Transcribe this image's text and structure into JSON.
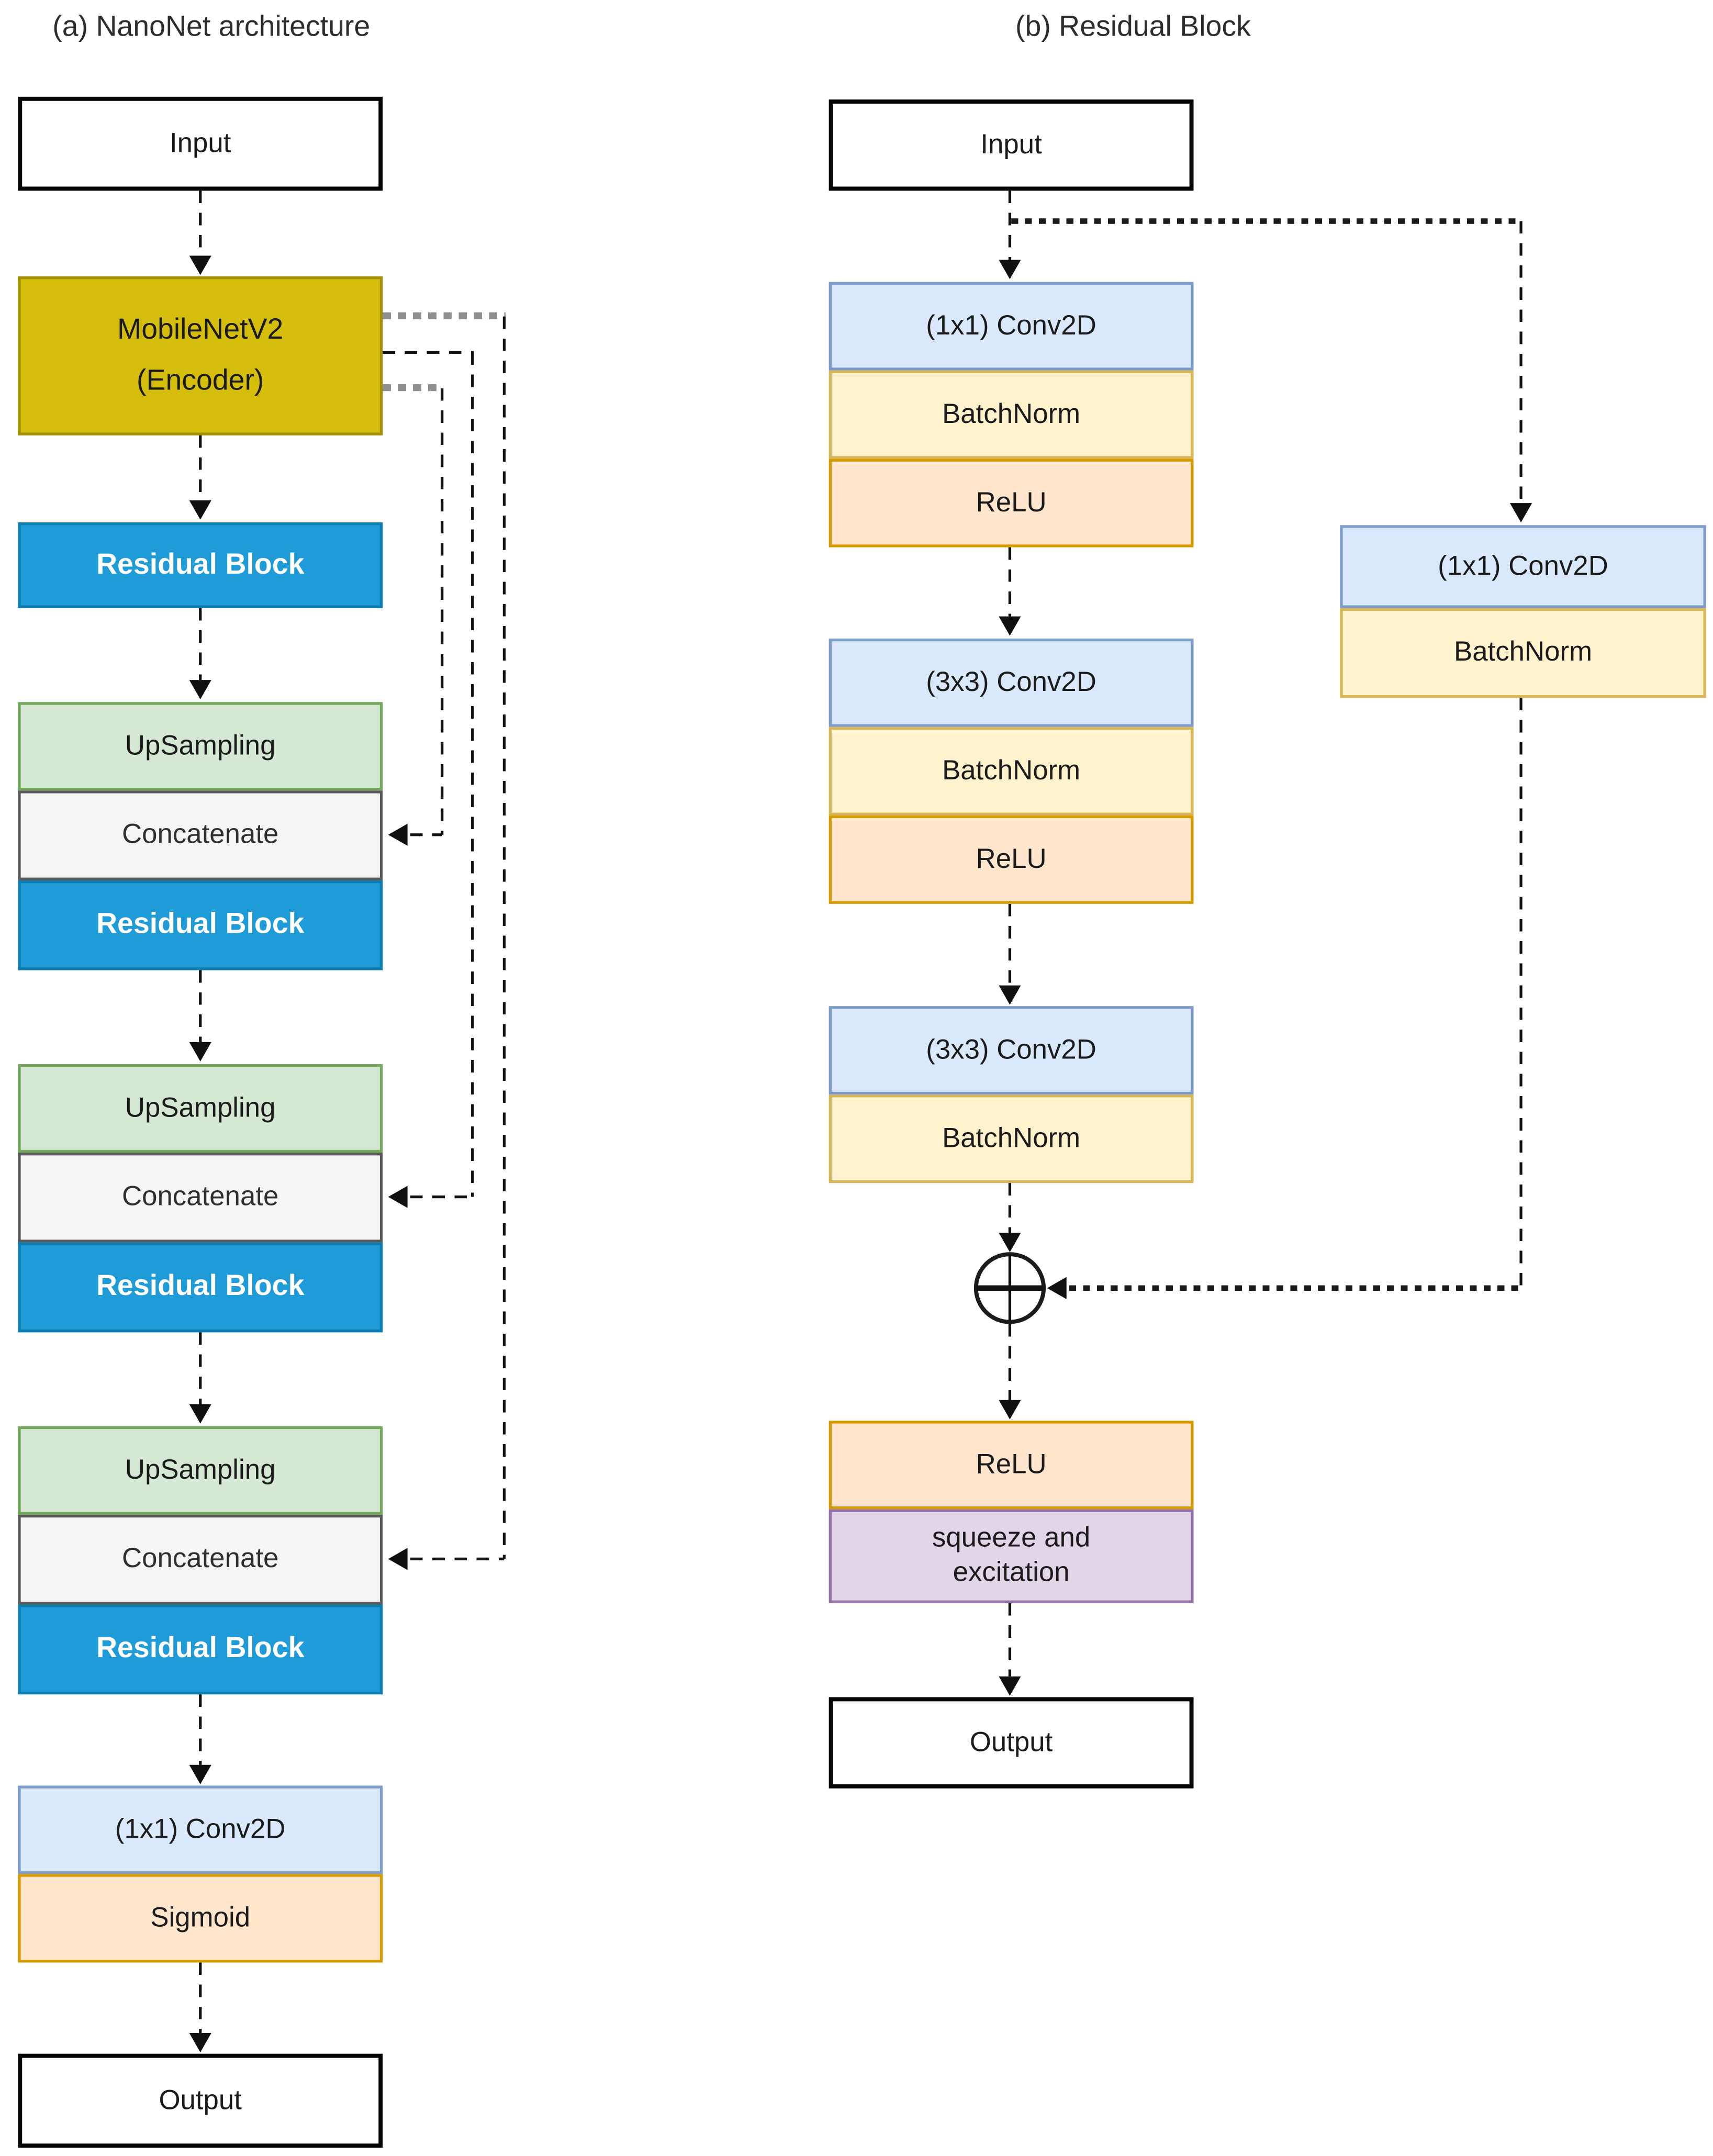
{
  "titles": {
    "panel_a": "(a) NanoNet architecture",
    "panel_b": "(b) Residual Block"
  },
  "labels": {
    "input": "Input",
    "output": "Output",
    "encoder_line1": "MobileNetV2",
    "encoder_line2": "(Encoder)",
    "residual_block": "Residual Block",
    "upsampling": "UpSampling",
    "concatenate": "Concatenate",
    "conv_1x1": "(1x1) Conv2D",
    "conv_3x3": "(3x3) Conv2D",
    "batchnorm": "BatchNorm",
    "relu": "ReLU",
    "sigmoid": "Sigmoid",
    "se_line1": "squeeze and",
    "se_line2": "excitation"
  },
  "icons": {
    "add_node": "plus-circle-icon"
  },
  "colors": {
    "encoder_fill": "#d4be0b",
    "encoder_border": "#a38f00",
    "blue_fill": "#1f9bd8",
    "blue_border": "#0d7db0",
    "green_fill": "#d5e8d4",
    "green_border": "#74a85c",
    "gray_fill": "#f5f5f5",
    "gray_border": "#595959",
    "lightblue_fill": "#dae8fc",
    "lightblue_border": "#7e9cc9",
    "lightyellow_fill": "#fff2cc",
    "lightyellow_border": "#d6b656",
    "orange_fill": "#ffe6cc",
    "orange_border": "#d79b00",
    "purple_fill": "#e1d5e7",
    "purple_border": "#9673a6",
    "line_color": "#111111",
    "dotted_gray": "#8f8f8f"
  }
}
